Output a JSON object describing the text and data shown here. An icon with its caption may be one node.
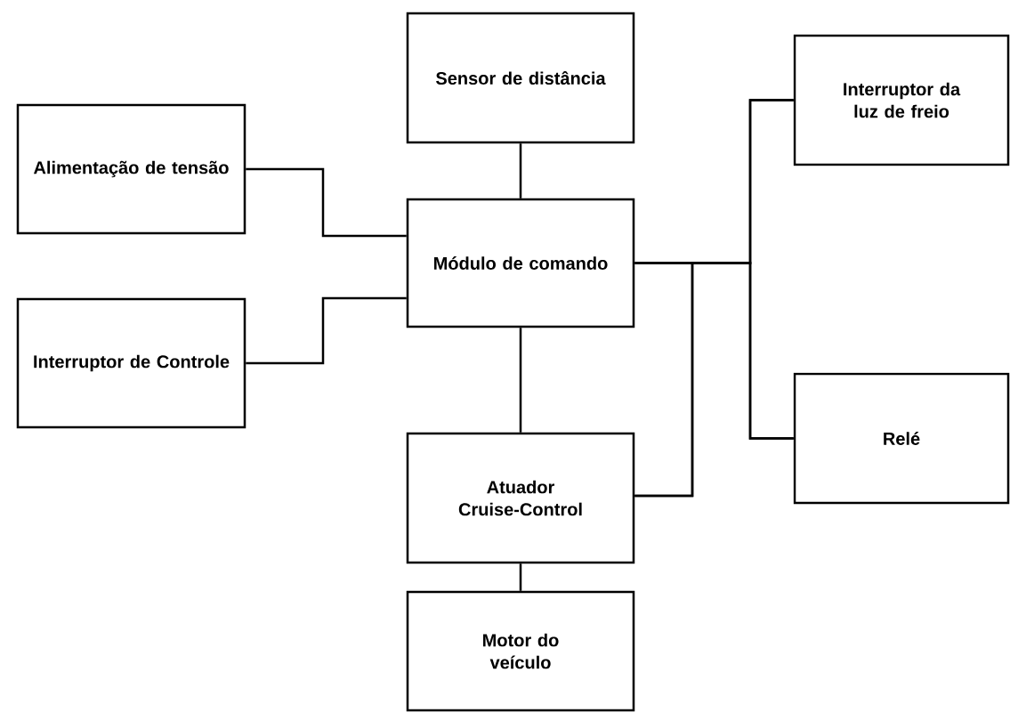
{
  "diagram": {
    "nodes": [
      {
        "text": [
          "Sensor de distância"
        ]
      },
      {
        "text": [
          "Interruptor da luz de freio"
        ]
      },
      {
        "text": [
          "Alimentação de tensão"
        ]
      },
      {
        "text": [
          "Módulo de comando"
        ]
      },
      {
        "text": [
          "Interruptor de Controle"
        ]
      },
      {
        "text": [
          "Relé"
        ]
      },
      {
        "text": [
          "Atuador Cruise-Control"
        ]
      },
      {
        "text": [
          "Motor do veículo"
        ]
      }
    ],
    "edges": [
      {
        "from": 0,
        "to": 3,
        "arrow": "none"
      },
      {
        "from": 2,
        "to": 3,
        "arrow": "none"
      },
      {
        "from": 4,
        "to": 3,
        "arrow": "none"
      },
      {
        "from": 3,
        "to": 1,
        "arrow": "none"
      },
      {
        "from": 3,
        "to": 5,
        "arrow": "none"
      },
      {
        "from": 6,
        "to": 1,
        "arrow": "none"
      },
      {
        "from": 6,
        "to": 5,
        "arrow": "none"
      },
      {
        "from": 3,
        "to": 6,
        "arrow": "none"
      },
      {
        "from": 6,
        "to": 7,
        "arrow": "none"
      }
    ]
  }
}
